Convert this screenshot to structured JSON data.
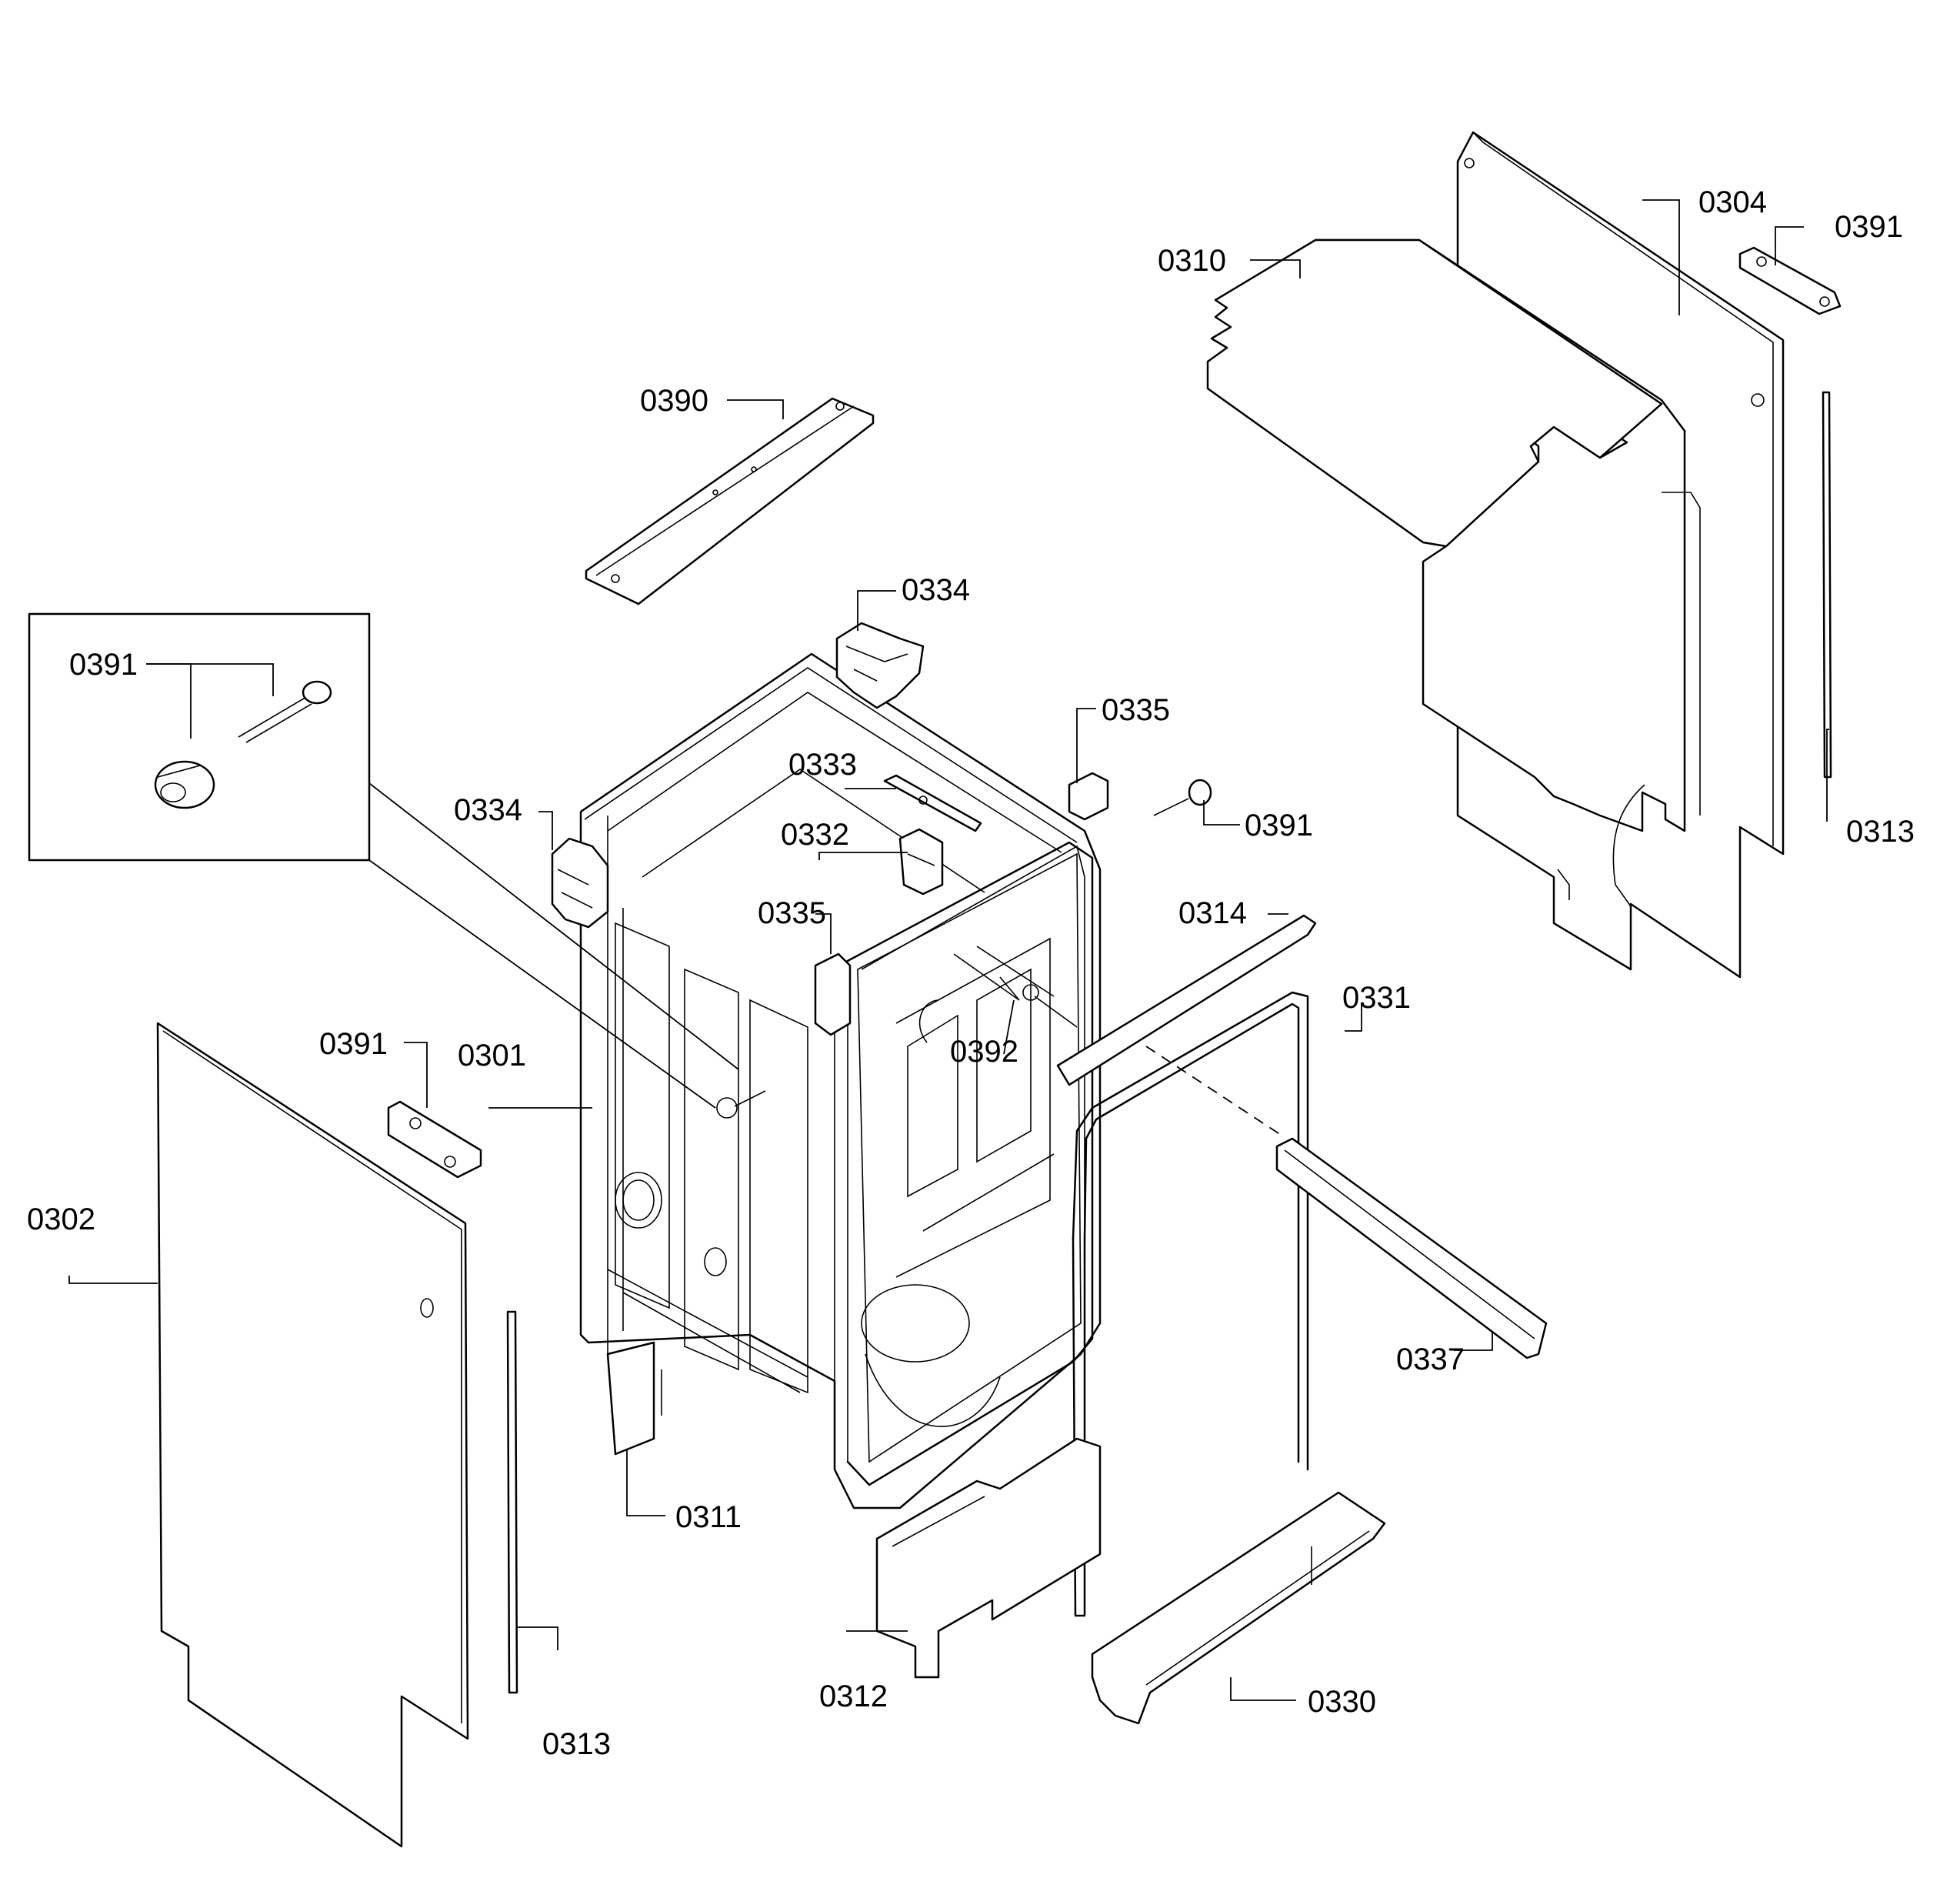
{
  "labels": {
    "l0304": "0304",
    "l0391_top_right": "0391",
    "l0310": "0310",
    "l0390": "0390",
    "l0313_right": "0313",
    "l0334_top": "0334",
    "l0391_inset": "0391",
    "l0335_right": "0335",
    "l0333": "0333",
    "l0391_screw_right": "0391",
    "l0334_left": "0334",
    "l0332": "0332",
    "l0335_mid": "0335",
    "l0314": "0314",
    "l0331": "0331",
    "l0391_left": "0391",
    "l0301": "0301",
    "l0392": "0392",
    "l0302": "0302",
    "l0337": "0337",
    "l0311": "0311",
    "l0312": "0312",
    "l0330": "0330",
    "l0313_left": "0313"
  }
}
